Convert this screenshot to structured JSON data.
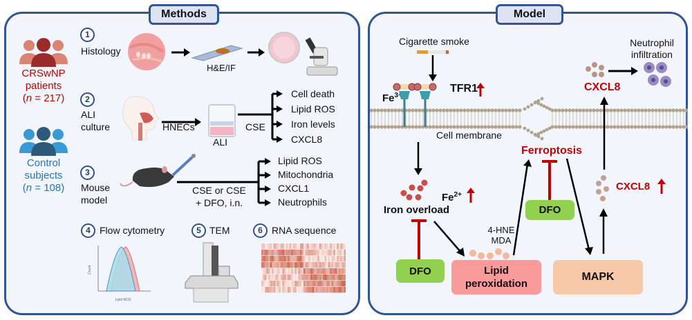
{
  "methods": {
    "title": "Methods",
    "cohorts": [
      {
        "label_line1": "CRSwNP",
        "label_line2": "patients",
        "n_prefix": "(",
        "n_var": "n",
        "n_value": " = 217)",
        "color": "#c00000",
        "icon": "patients-group-icon"
      },
      {
        "label_line1": "Control",
        "label_line2": "subjects",
        "n_prefix": "(",
        "n_var": "n",
        "n_value": " = 108)",
        "color": "#2476b8",
        "icon": "control-group-icon"
      }
    ],
    "steps": [
      {
        "number": "1",
        "label": "Histology",
        "stain_label": "H&E/IF"
      },
      {
        "number": "2",
        "label_line1": "ALI",
        "label_line2": "culture",
        "cells_label": "HNECs",
        "culture_label": "ALI",
        "treatment_label": "CSE",
        "outputs": [
          "Cell death",
          "Lipid ROS",
          "Iron levels",
          "CXCL8"
        ]
      },
      {
        "number": "3",
        "label_line1": "Mouse",
        "label_line2": "model",
        "treatment_line1": "CSE or CSE",
        "treatment_line2": "+ DFO, i.n.",
        "outputs": [
          "Lipid ROS",
          "Mitochondria",
          "CXCL1",
          "Neutrophils"
        ]
      },
      {
        "number": "4",
        "label": "Flow cytometry",
        "plot_xlabel": "Lipid ROS",
        "plot_ylabel": "Count"
      },
      {
        "number": "5",
        "label": "TEM"
      },
      {
        "number": "6",
        "label": "RNA sequence"
      }
    ]
  },
  "model": {
    "title": "Model",
    "cigarette_smoke": "Cigarette smoke",
    "fe3_base": "Fe",
    "fe3_sup": "3+",
    "tfr1": "TFR1",
    "cell_membrane": "Cell membrane",
    "iron_overload": "Iron overload",
    "fe2_base": "Fe",
    "fe2_sup": "2+",
    "hne": "4-HNE",
    "mda": "MDA",
    "lipid_peroxidation_line1": "Lipid",
    "lipid_peroxidation_line2": "peroxidation",
    "ferroptosis": "Ferroptosis",
    "dfo_1": "DFO",
    "dfo_2": "DFO",
    "mapk": "MAPK",
    "cxcl8_top": "CXCL8",
    "cxcl8_mid": "CXCL8",
    "neutrophil_line1": "Neutrophil",
    "neutrophil_line2": "infiltration"
  },
  "colors": {
    "panel_border": "#2f5593",
    "panel_bg": "#f2f5fb",
    "title_bg": "#dde3f3",
    "emphasis_red": "#c00000",
    "control_blue": "#2476b8",
    "dfo_green": "#92d050",
    "lipid_box": "#fa9a9a",
    "mapk_box": "#f7c9a9"
  }
}
